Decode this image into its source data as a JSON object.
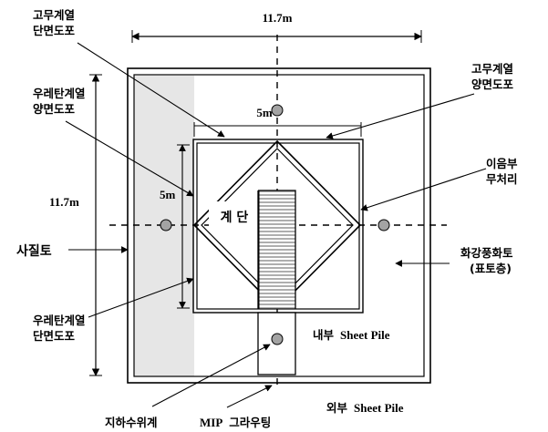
{
  "dimensions": {
    "width_label": "11.7m",
    "height_label": "11.7m",
    "inner_top_label": "5m",
    "inner_side_label": "5m"
  },
  "labels": {
    "rubber_top_section": [
      "고무계열",
      "단면도포"
    ],
    "rubber_top_both": [
      "고무계열",
      "양면도포"
    ],
    "urethane_both": [
      "우레탄계열",
      "양면도포"
    ],
    "urethane_section": [
      "우레탄계열",
      "단면도포"
    ],
    "joint_treatment": [
      "이음부",
      "무처리"
    ],
    "sandy_soil": "사질토",
    "weathered_granite": [
      "화강풍화토",
      "(표토층)"
    ],
    "stairs": "계 단",
    "inner_sheet_pile_kr": "내부",
    "inner_sheet_pile_en": "Sheet Pile",
    "outer_sheet_pile_kr": "외부",
    "outer_sheet_pile_en": "Sheet Pile",
    "groundwater_gauge": "지하수위계",
    "mip_grouting_en": "MIP",
    "mip_grouting_kr": "그라우팅"
  },
  "colors": {
    "line": "#000000",
    "shaded_zone": "#e6e6e6",
    "hatch": "#8c8c8c",
    "well_fill": "#a3a3a3"
  }
}
